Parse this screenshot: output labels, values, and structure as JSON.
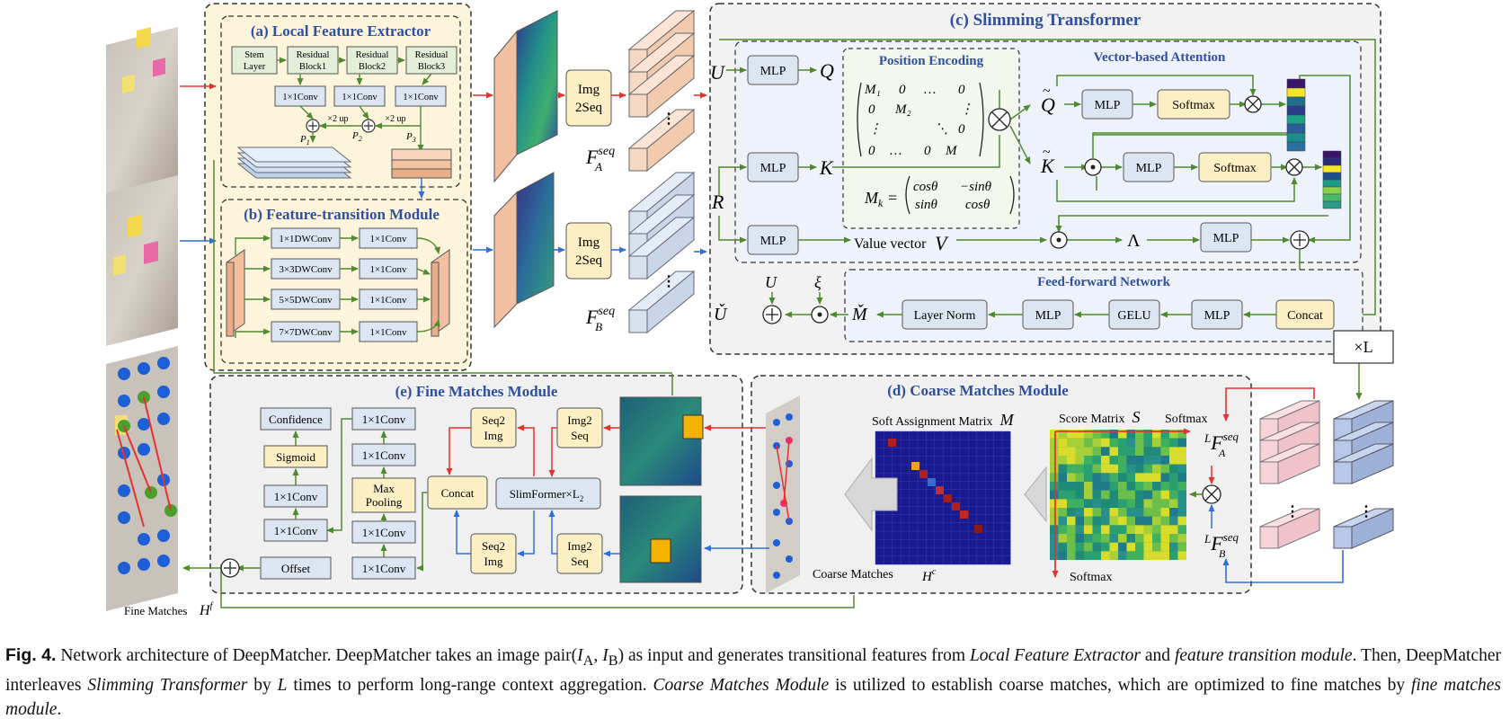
{
  "modules": {
    "a": "(a) Local Feature Extractor",
    "b": "(b) Feature-transition Module",
    "c": "(c) Slimming Transformer",
    "d": "(d) Coarse Matches Module",
    "e": "(e) Fine Matches Module"
  },
  "lfe": {
    "stem": [
      "Stem",
      "Layer"
    ],
    "rb1": [
      "Residual",
      "Block1"
    ],
    "rb2": [
      "Residual",
      "Block2"
    ],
    "rb3": [
      "Residual",
      "Block3"
    ],
    "conv": "1×1Conv",
    "up": "×2 up",
    "p1": "P",
    "p2": "P",
    "p3": "P",
    "p1s": "1",
    "p2s": "2",
    "p3s": "3"
  },
  "ftm": {
    "dw": [
      "1×1DWConv",
      "3×3DWConv",
      "5×5DWConv",
      "7×7DWConv"
    ],
    "conv": "1×1Conv"
  },
  "img2seq": [
    "Img",
    "2Seq"
  ],
  "fseq_a": {
    "main": "F",
    "sup": "seq",
    "sub": "A"
  },
  "fseq_b": {
    "main": "F",
    "sup": "seq",
    "sub": "B"
  },
  "slim": {
    "U": "U",
    "R": "R",
    "mlp": "MLP",
    "Q": "Q",
    "K": "K",
    "V": "V",
    "value_vector": "Value vector",
    "pos_enc": "Position Encoding",
    "vec_attn": "Vector-based Attention",
    "softmax": "Softmax",
    "lambda": "Λ",
    "ffn": "Feed-forward Network",
    "concat": "Concat",
    "gelu": "GELU",
    "layer_norm": "Layer Norm",
    "times_l": "×L",
    "xi": "ξ",
    "mk_lhs": "M",
    "mk_sub": "k",
    "matrix_rows": [
      [
        "M₁",
        "0",
        "…",
        "0"
      ],
      [
        "0",
        "M₂",
        "",
        "⋮"
      ],
      [
        "⋮",
        "",
        "⋱",
        "0"
      ],
      [
        "0",
        "…",
        "0",
        "M"
      ]
    ],
    "rot_rows": [
      [
        "cosθ",
        "−sinθ"
      ],
      [
        "sinθ",
        "cosθ"
      ]
    ]
  },
  "coarse": {
    "soft_assign": "Soft Assignment Matrix",
    "M": "M",
    "score": "Score Matrix",
    "S": "S",
    "softmax": "Softmax",
    "coarse_matches": "Coarse Matches",
    "Hc": "H",
    "Hc_sup": "c",
    "LFA": {
      "pre": "L",
      "main": "F",
      "sup": "seq",
      "sub": "A"
    },
    "LFB": {
      "pre": "L",
      "main": "F",
      "sup": "seq",
      "sub": "B"
    }
  },
  "fine": {
    "confidence": "Confidence",
    "sigmoid": "Sigmoid",
    "conv": "1×1Conv",
    "max_pooling": [
      "Max",
      "Pooling"
    ],
    "offset": "Offset",
    "concat": "Concat",
    "seq2img": [
      "Seq2",
      "Img"
    ],
    "img2seq": [
      "Img2",
      "Seq"
    ],
    "slimformer": "SlimFormer×L",
    "slimformer_sub": "2",
    "fine_matches": "Fine Matches",
    "Hf": "H",
    "Hf_sup": "f"
  },
  "caption": {
    "label": "Fig. 4.",
    "t1": " Network architecture of DeepMatcher. DeepMatcher takes an image pair(",
    "IA": "I",
    "IA_sub": "A",
    "sep": ", ",
    "IB": "I",
    "IB_sub": "B",
    "t2": ") as input and generates transitional features from ",
    "i1": "Local Feature Extractor",
    "t3": " and ",
    "i2": "feature transition module",
    "t4": ". Then, DeepMatcher interleaves ",
    "i3": "Slimming Transformer",
    "t5": " by ",
    "L": "L",
    "t6": " times to perform long-range context aggregation. ",
    "i4": "Coarse Matches Module",
    "t7": " is utilized to establish coarse matches, which are optimized to fine matches by ",
    "i5": "fine matches module",
    "t8": "."
  },
  "colors": {
    "title_blue": "#2f4fa0",
    "arrow_green": "#4e8a2e",
    "arrow_red": "#e83030",
    "arrow_blue": "#2f6fd8",
    "box_blue": "#dce6f2",
    "box_cream": "#fcefc4",
    "panel_cream": "#fdf4dc",
    "panel_gray": "#f0f0f0"
  }
}
